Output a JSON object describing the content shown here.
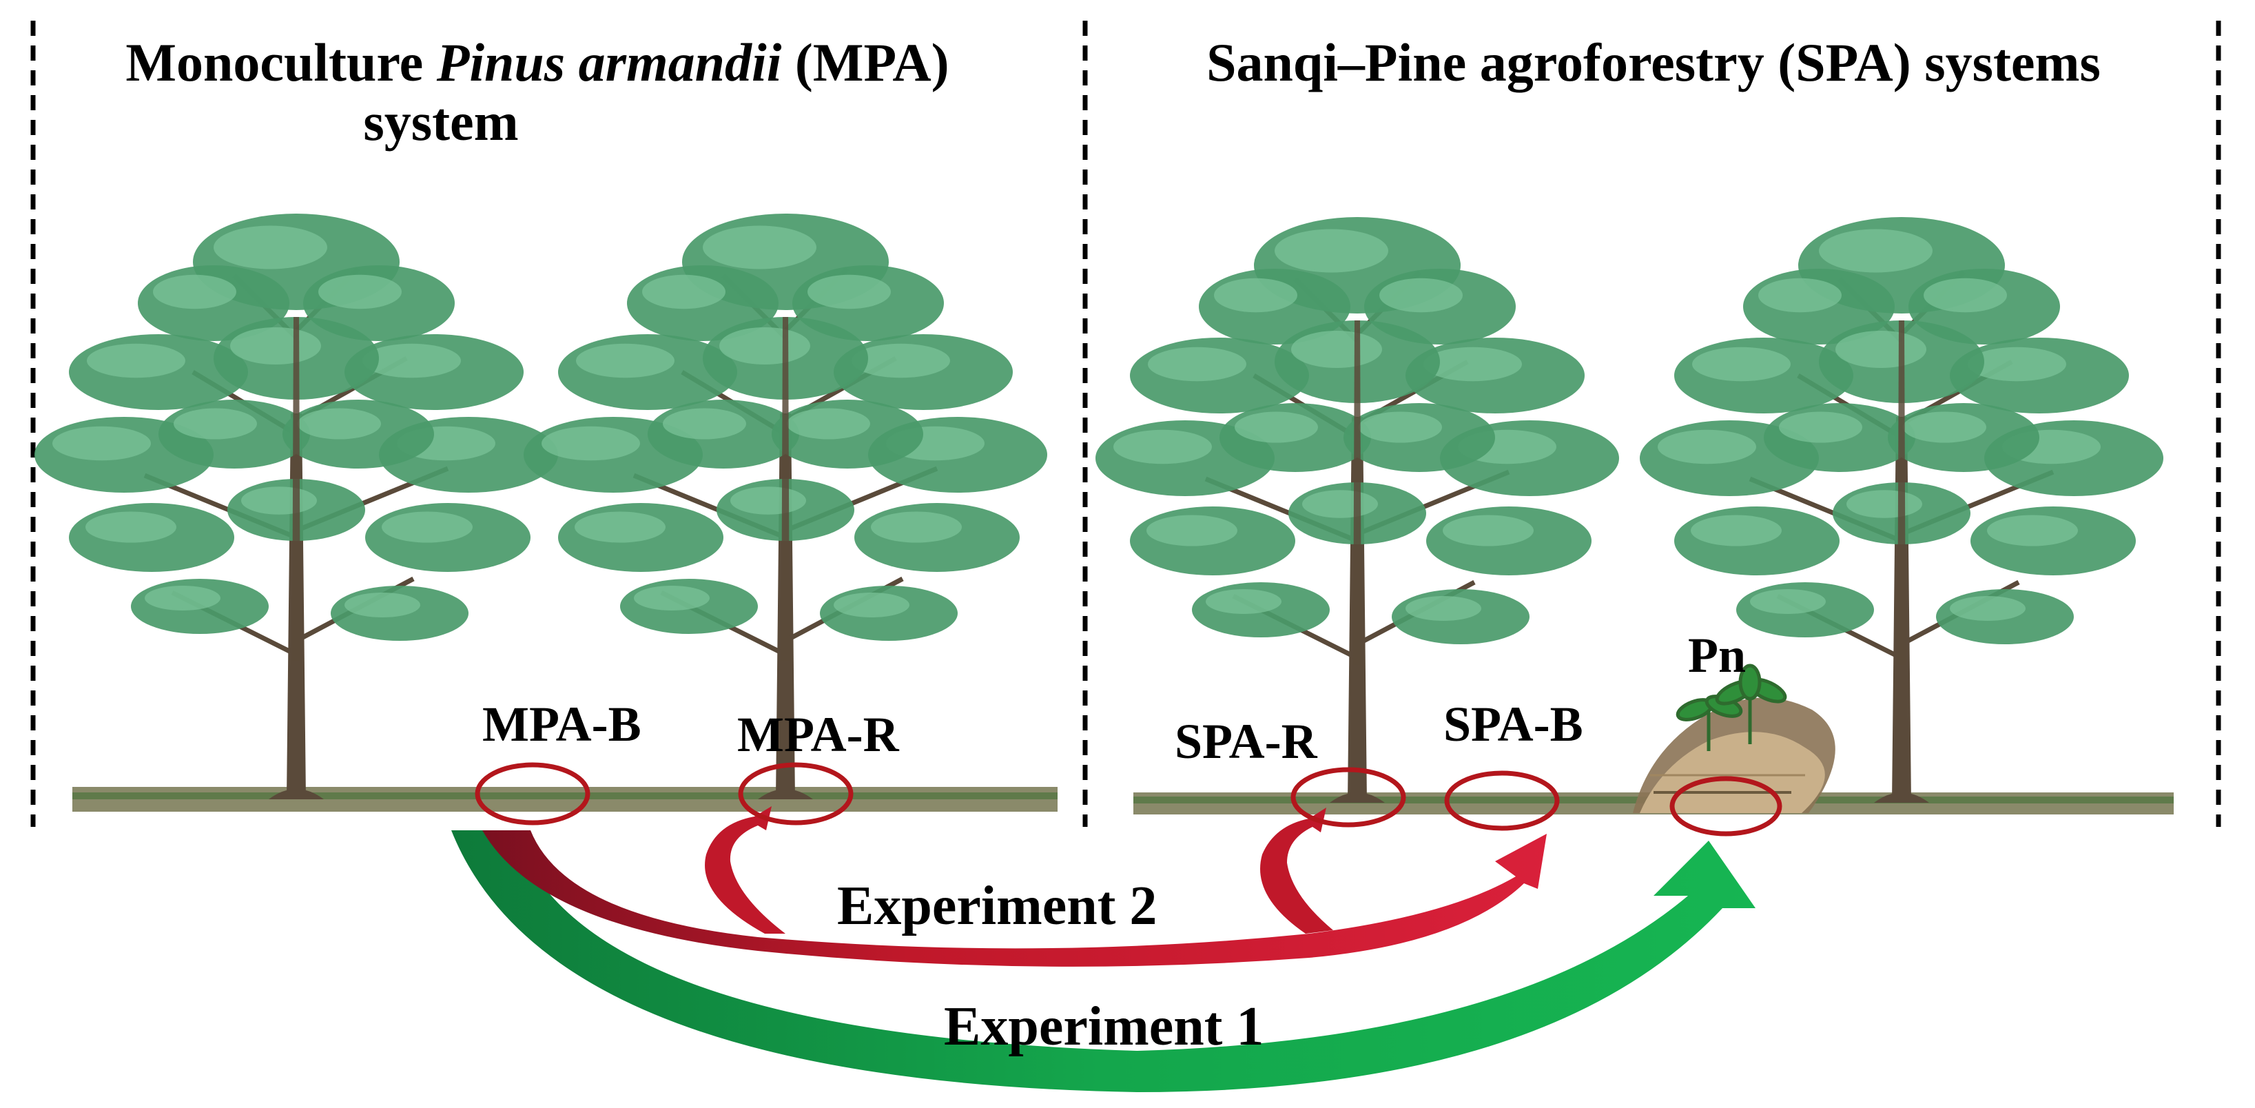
{
  "titles": {
    "left_pre": "Monoculture ",
    "left_italic": "Pinus armandii",
    "left_post": " (MPA)",
    "left_line2": "system",
    "right": "Sanqi–Pine agroforestry (SPA) systems"
  },
  "sites": {
    "mpa_b": "MPA-B",
    "mpa_r": "MPA-R",
    "spa_r": "SPA-R",
    "spa_b": "SPA-B",
    "pn": "Pn"
  },
  "experiments": {
    "exp1": "Experiment 1",
    "exp2": "Experiment 2"
  },
  "colors": {
    "foliage": "#4a9a6a",
    "foliage_light": "#7cc49a",
    "trunk": "#5a4a3a",
    "circle": "#b3161c",
    "arrow_red": "#c0182a",
    "arrow_green": "#10a84a",
    "divider": "#000000"
  }
}
